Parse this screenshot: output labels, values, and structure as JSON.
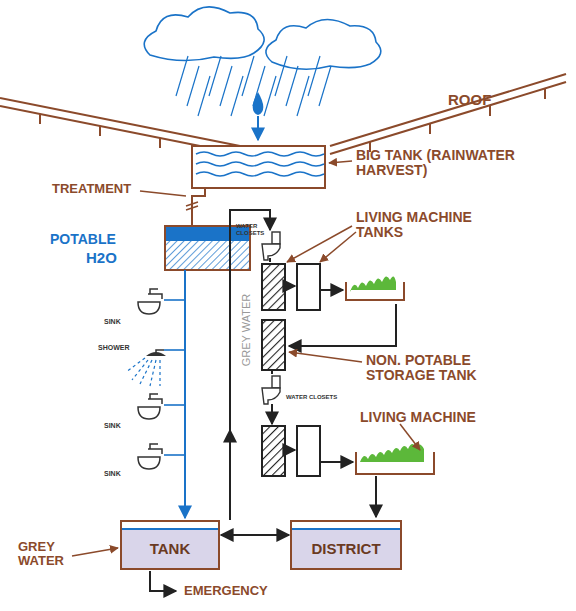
{
  "diagram": {
    "nodes": [
      {
        "text": [
          "TANK"
        ]
      },
      {
        "text": [
          "DISTRICT"
        ]
      }
    ],
    "edges": [
      {
        "from": 0,
        "to": 1,
        "arrow": "both"
      }
    ],
    "labels": [
      "ROOF",
      "BIG TANK (RAINWATER HARVEST)",
      "TREATMENT",
      "POTABLE",
      "H2O",
      "SINK",
      "SHOWER",
      "SINK",
      "SINK",
      "GREY WATER",
      "WATER CLOSETS",
      "LIVING MACHINE TANKS",
      "NON. POTABLE STORAGE TANK",
      "WATER CLOSETS",
      "LIVING MACHINE",
      "GREY WATER",
      "EMERGENCY"
    ]
  }
}
